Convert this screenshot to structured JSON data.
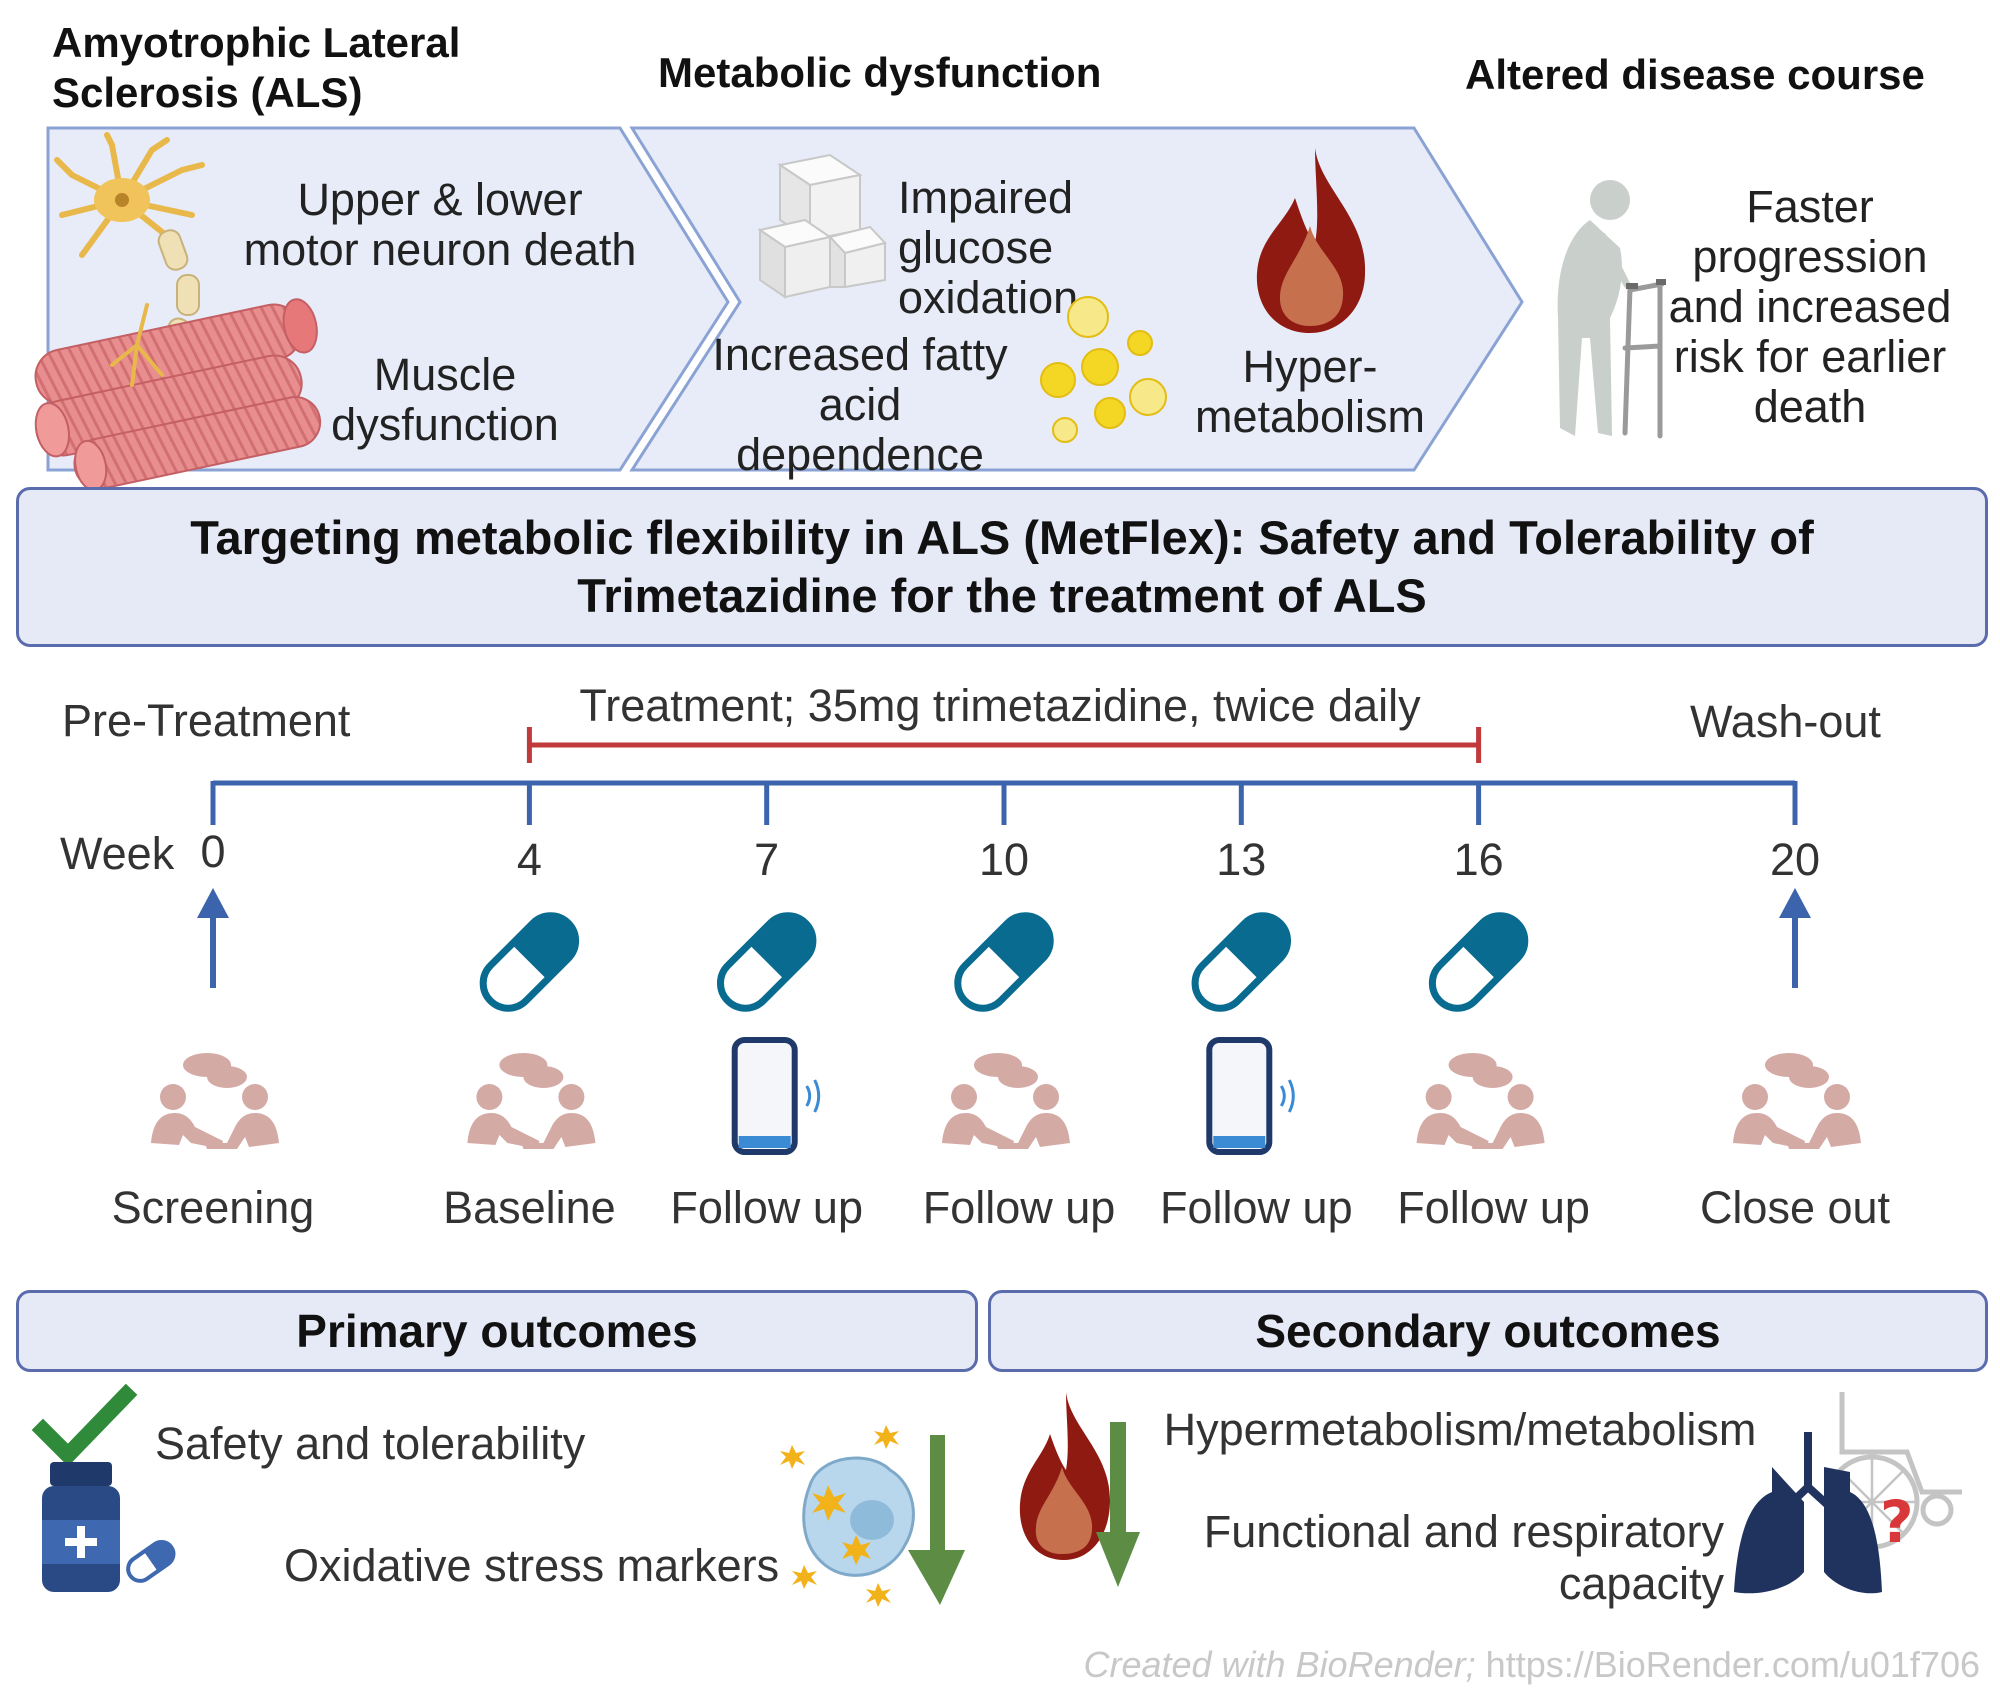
{
  "header": {
    "col1_title": "Amyotrophic Lateral Sclerosis (ALS)",
    "col2_title": "Metabolic dysfunction",
    "col3_title": "Altered disease course"
  },
  "als": {
    "neuron_text": "Upper & lower motor neuron death",
    "muscle_text": "Muscle dysfunction"
  },
  "metabolic": {
    "glucose_text": "Impaired glucose oxidation",
    "fatty_text": "Increased fatty acid dependence",
    "hyper_text": "Hyper-metabolism"
  },
  "course": {
    "text": "Faster progression and increased risk for earlier death"
  },
  "study_title": "Targeting metabolic flexibility in ALS (MetFlex): Safety and Tolerability of Trimetazidine for the treatment of ALS",
  "timeline": {
    "pre_label": "Pre-Treatment",
    "treatment_label": "Treatment; 35mg trimetazidine, twice daily",
    "washout_label": "Wash-out",
    "week_label": "Week",
    "weeks": [
      "0",
      "4",
      "7",
      "10",
      "13",
      "16",
      "20"
    ],
    "visits": [
      "Screening",
      "Baseline",
      "Follow up",
      "Follow up",
      "Follow up",
      "Follow up",
      "Close out"
    ],
    "visit_types": [
      "in-person",
      "in-person",
      "phone",
      "in-person",
      "phone",
      "in-person",
      "in-person"
    ],
    "pill_weeks": [
      "4",
      "7",
      "10",
      "13",
      "16"
    ],
    "colors": {
      "axis": "#3b64ad",
      "treatment": "#c0393b",
      "pill": "#0a6b91",
      "people": "#d4aaa5"
    }
  },
  "outcomes": {
    "primary_title": "Primary outcomes",
    "secondary_title": "Secondary outcomes",
    "primary_items": [
      "Safety and tolerability",
      "Oxidative stress markers"
    ],
    "secondary_items": [
      "Hypermetabolism/metabolism",
      "Functional and respiratory capacity"
    ]
  },
  "credit": {
    "created": "Created with BioRender;",
    "url": "https://BioRender.com/u01f706"
  }
}
